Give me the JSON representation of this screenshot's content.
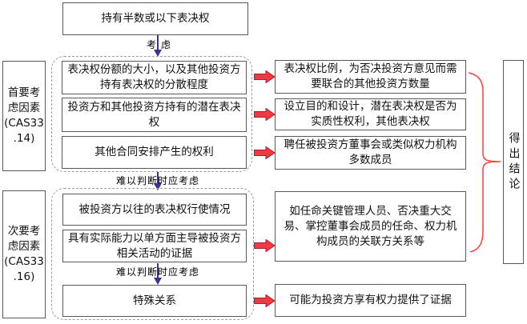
{
  "root_box": {
    "label": "持有半数或以下表决权"
  },
  "consider_label": "考虑",
  "difficult_labels": [
    "难以判断时应考虑",
    "难以判断时应考虑"
  ],
  "primary_group": {
    "side_label": "首要考\n虑因素\n(CAS33\n.14)",
    "factors": [
      "表决权份额的大小，以及其他投资方持有表决权的分散程度",
      "投资方和其他投资方持有的潜在表决权",
      "其他合同安排产生的权利"
    ]
  },
  "secondary_group": {
    "side_label": "次要考\n虑因素\n(CAS33\n.16)",
    "factors": [
      "被投资方以往的表决权行使情况",
      "具有实际能力以单方面主导被投资方相关活动的证据"
    ],
    "special_factor": "特殊关系"
  },
  "considerations": [
    "表决权比例，为否决投资方意见而需要联合的其他投资方数量",
    "设立目的和设计，潜在表决权是否为实质性权利，其他表决权",
    "聘任被投资方董事会或类似权力机构多数成员",
    "如任命关键管理人员、否决重大交易、掌控董事会成员的任命、权力机构成员的关联方关系等",
    "可能为投资方享有权力提供了证据"
  ],
  "conclusion_box": {
    "label": "得出结论"
  },
  "colors": {
    "box_border": "#595959",
    "dashed_border": "#9a9a9a",
    "purple_arrow": "#43318f",
    "red_arrow_fill": "#ee3a44",
    "red_arrow_stroke": "#ab1f29",
    "brace": "#ff4545",
    "text": "#111111"
  }
}
